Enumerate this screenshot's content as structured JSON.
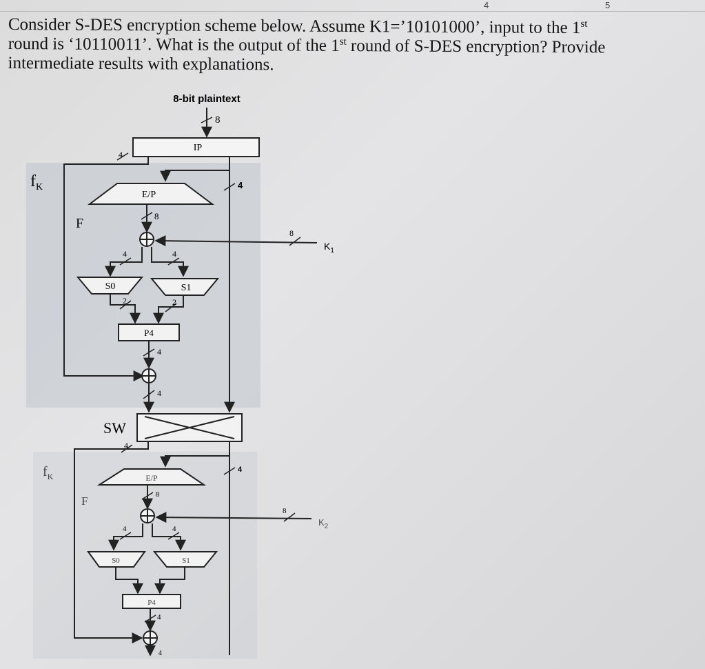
{
  "ruler": {
    "marks": [
      "4",
      "5"
    ]
  },
  "question": {
    "line1": "Consider S-DES encryption scheme below. Assume K1=’10101000’, input to the 1",
    "line1_sup": "st",
    "line2a": "round is ‘10110011’. What is the output of the 1",
    "line2_sup": "st",
    "line2b": " round of S-DES encryption? Provide",
    "line3": "intermediate results with explanations."
  },
  "diagram": {
    "plaintext_label": "8-bit plaintext",
    "ip_label": "IP",
    "round1": {
      "fk_label": "f",
      "fk_sub": "K",
      "f_label": "F",
      "ep_label": "E/P",
      "s0_label": "S0",
      "s1_label": "S1",
      "p4_label": "P4",
      "key_label": "K",
      "key_sub": "1",
      "bits": {
        "plaintext": "8",
        "ip_out_left": "4",
        "ip_out_right": "4",
        "ep_out": "8",
        "key": "8",
        "s0_in": "4",
        "s1_in": "4",
        "s0_out": "2",
        "s1_out": "2",
        "p4_out": "4",
        "xor_out": "4"
      }
    },
    "sw_label": "SW",
    "round2": {
      "fk_label": "f",
      "fk_sub": "K",
      "f_label": "F",
      "ep_label": "E/P",
      "s0_label": "S0",
      "s1_label": "S1",
      "p4_label": "P4",
      "key_label": "K",
      "key_sub": "2",
      "bits": {
        "sw_out_left": "4",
        "sw_out_right": "4",
        "ep_out": "8",
        "key": "8",
        "s0_in": "4",
        "s1_in": "4",
        "p4_out": "4",
        "xor_out": "4"
      }
    }
  }
}
